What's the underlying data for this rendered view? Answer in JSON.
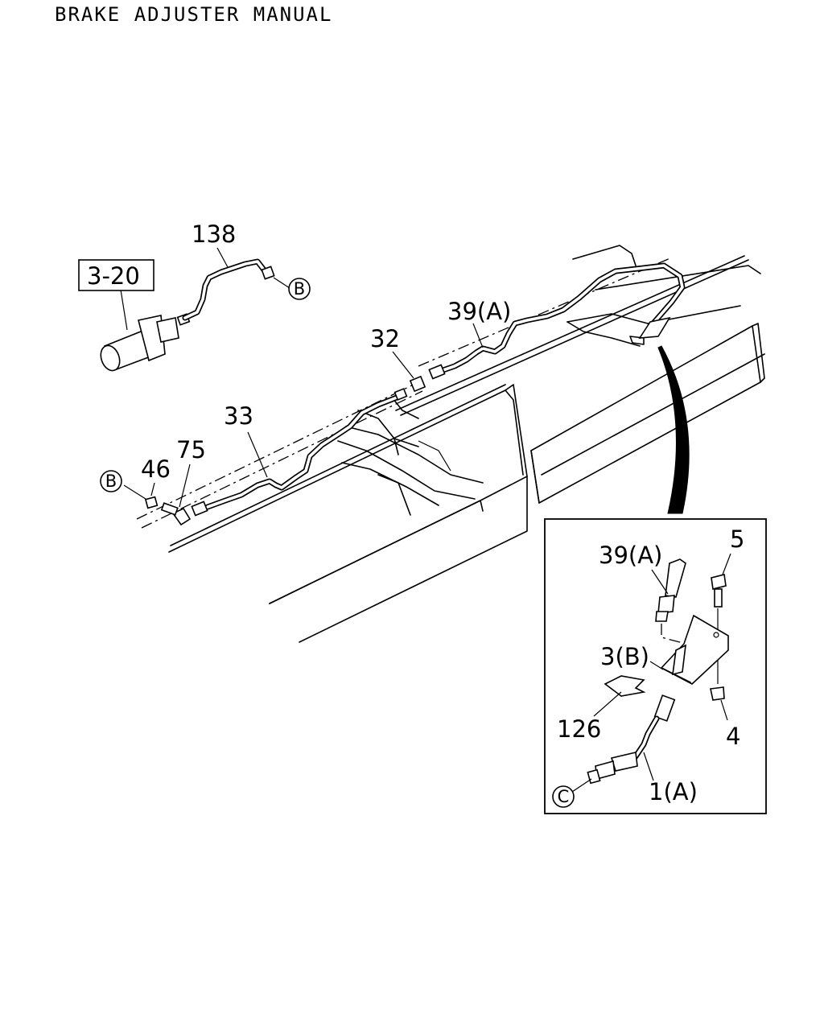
{
  "title": "BRAKE ADJUSTER MANUAL",
  "callouts": {
    "ref_3_20": "3-20",
    "c138": "138",
    "c39a": "39(A)",
    "c32": "32",
    "c33": "33",
    "c75": "75",
    "c46": "46"
  },
  "connectors": {
    "b_top": "B",
    "b_left": "B",
    "c_inset": "C"
  },
  "inset": {
    "c39a": "39(A)",
    "c5": "5",
    "c3b": "3(B)",
    "c126": "126",
    "c4": "4",
    "c1a": "1(A)"
  }
}
